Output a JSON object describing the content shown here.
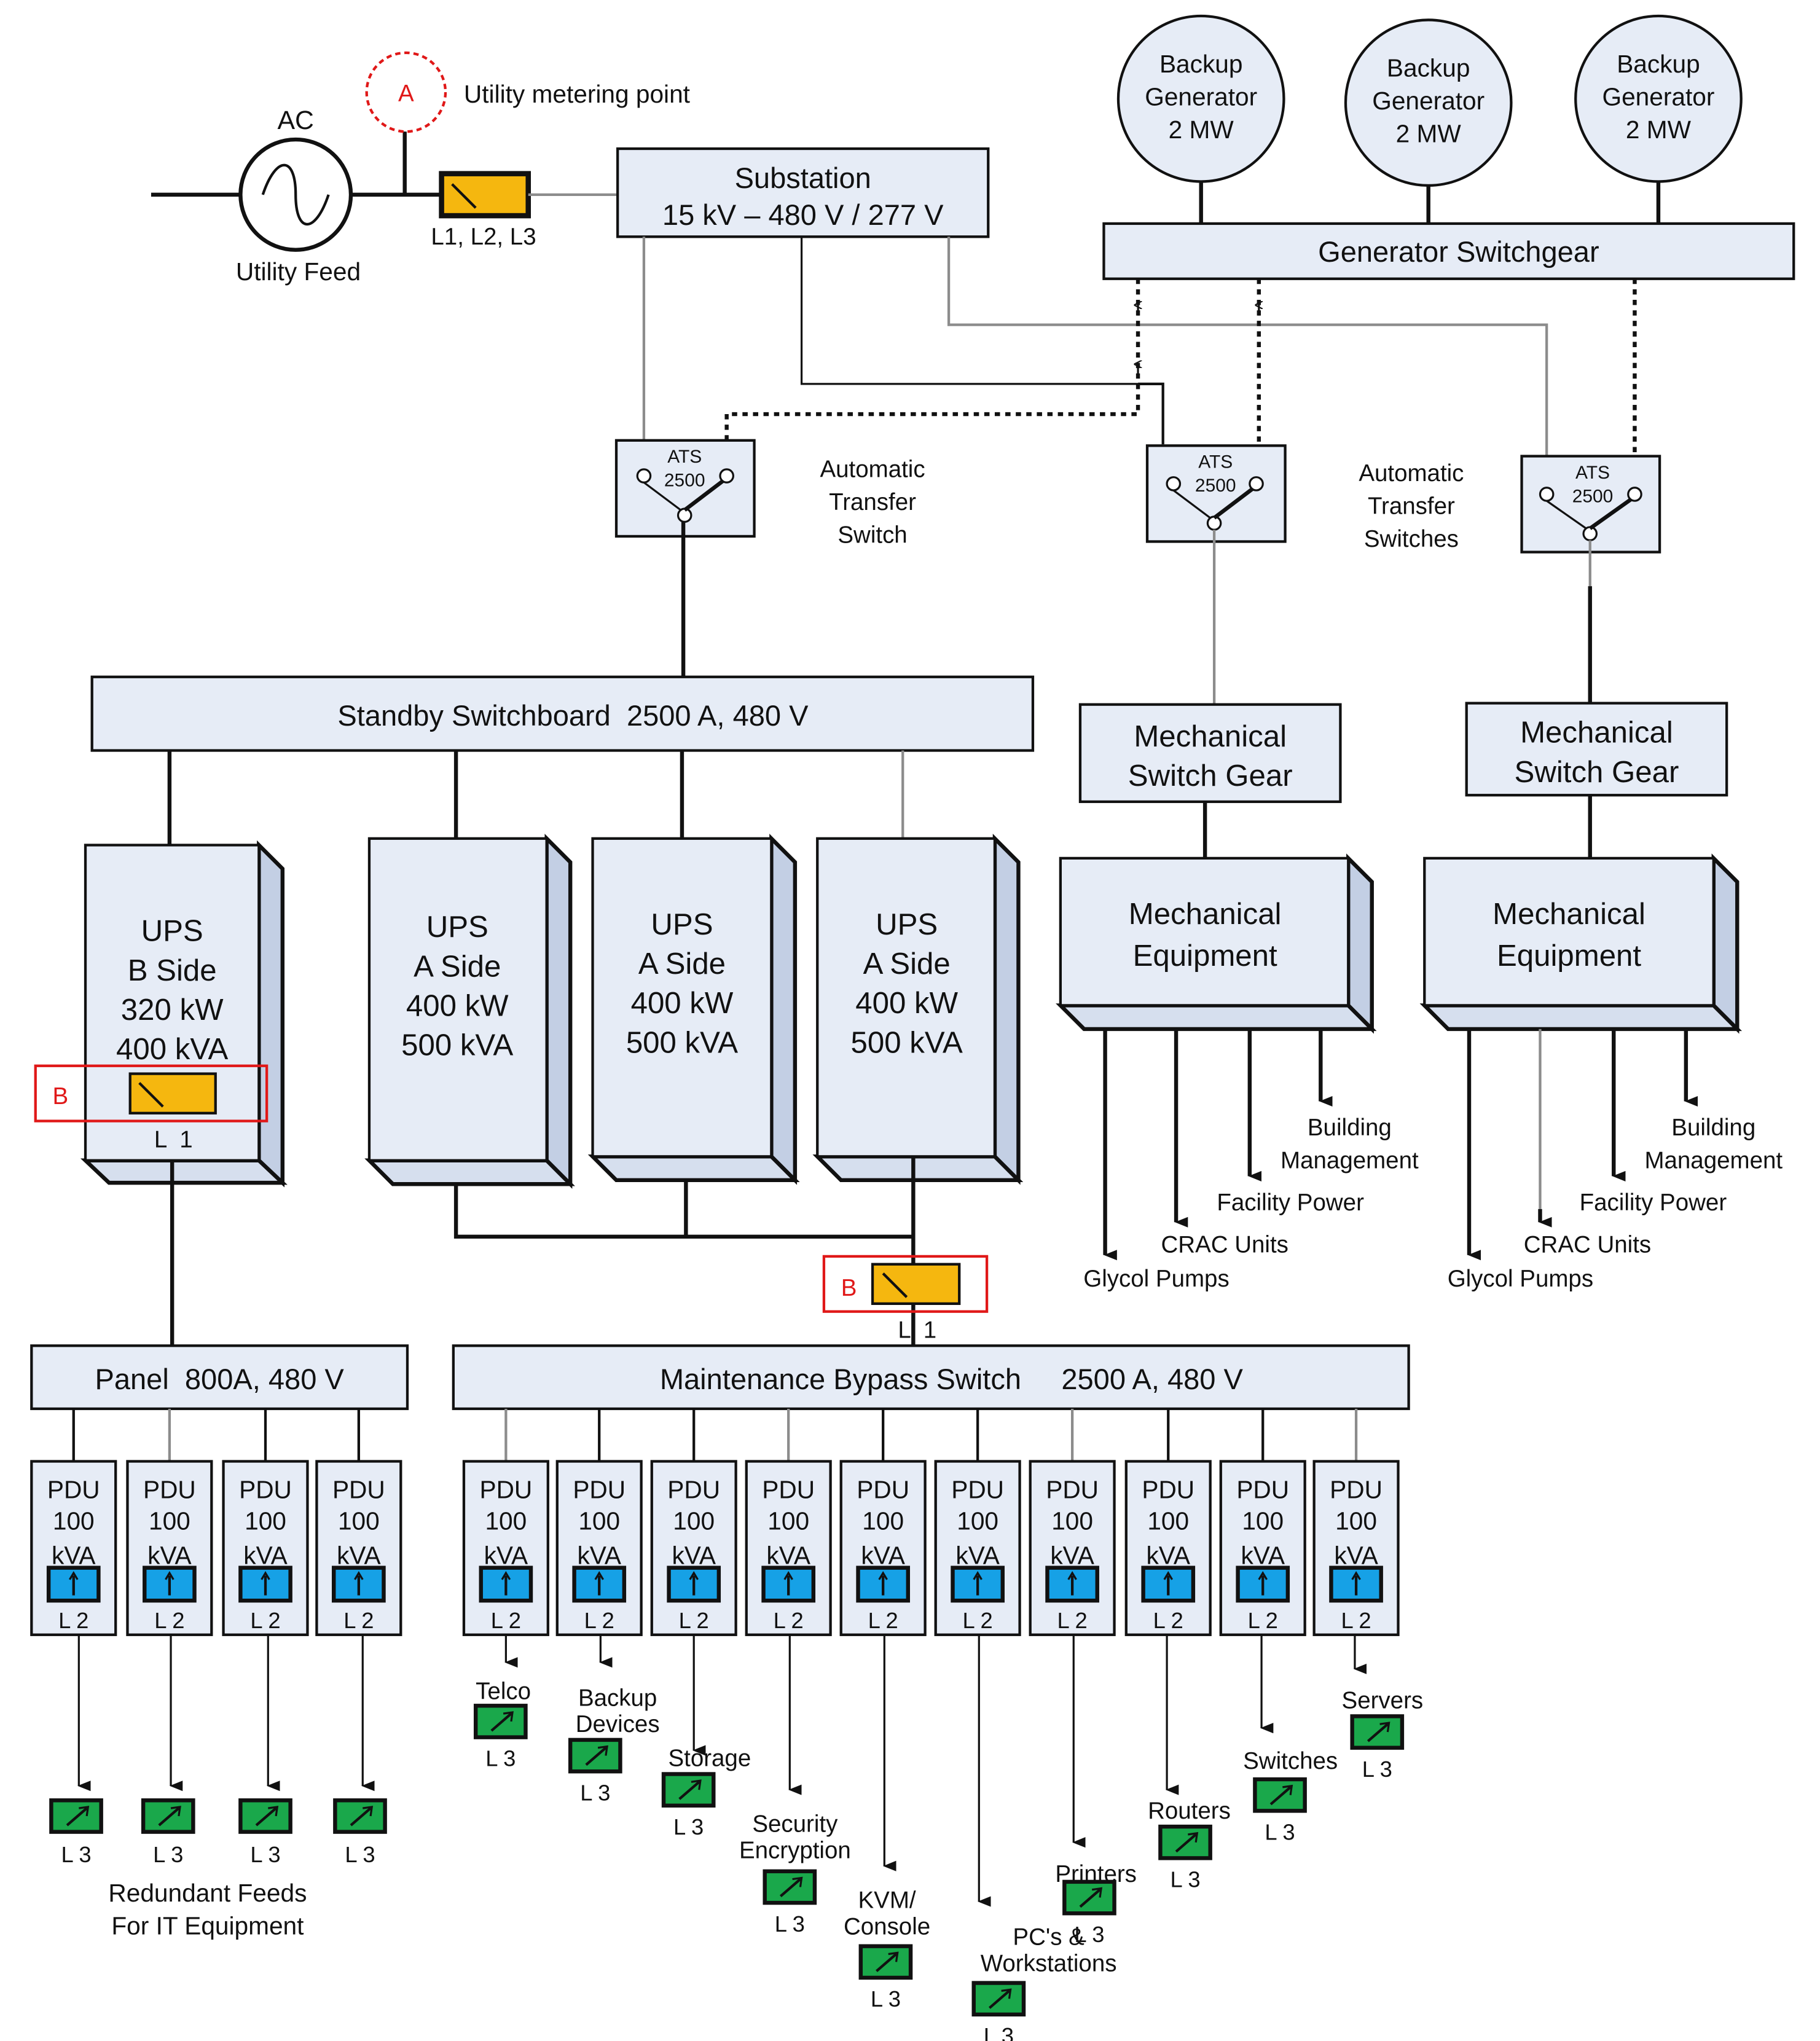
{
  "utility": {
    "ac_label": "AC",
    "feed_label": "Utility Feed",
    "metering_point_tag": "A",
    "metering_point_label": "Utility metering point",
    "meter_label": "L1, L2, L3"
  },
  "substation": {
    "line1": "Substation",
    "line2": "15 kV – 480 V / 277 V"
  },
  "generators": [
    {
      "line1": "Backup",
      "line2": "Generator",
      "line3": "2 MW"
    },
    {
      "line1": "Backup",
      "line2": "Generator",
      "line3": "2 MW"
    },
    {
      "line1": "Backup",
      "line2": "Generator",
      "line3": "2 MW"
    }
  ],
  "generator_switchgear": "Generator Switchgear",
  "ats_units": [
    {
      "line1": "ATS",
      "line2": "2500"
    },
    {
      "line1": "ATS",
      "line2": "2500"
    },
    {
      "line1": "ATS",
      "line2": "2500"
    }
  ],
  "ats_caption_single": [
    "Automatic",
    "Transfer",
    "Switch"
  ],
  "ats_caption_plural": [
    "Automatic",
    "Transfer",
    "Switches"
  ],
  "standby_switchboard": "Standby Switchboard  2500 A, 480 V",
  "ups_units": [
    {
      "lines": [
        "UPS",
        "B Side",
        "320 kW",
        "400 kVA"
      ]
    },
    {
      "lines": [
        "UPS",
        "A Side",
        "400 kW",
        "500 kVA"
      ]
    },
    {
      "lines": [
        "UPS",
        "A Side",
        "400 kW",
        "500 kVA"
      ]
    },
    {
      "lines": [
        "UPS",
        "A Side",
        "400 kW",
        "500 kVA"
      ]
    }
  ],
  "meter_b": {
    "tag": "B",
    "label": "L  1"
  },
  "mechanical": [
    {
      "switch_gear": [
        "Mechanical",
        "Switch Gear"
      ],
      "equipment": [
        "Mechanical",
        "Equipment"
      ],
      "outputs": {
        "building": [
          "Building",
          "Management"
        ],
        "facility": "Facility Power",
        "crac": "CRAC Units",
        "glycol": "Glycol Pumps"
      }
    },
    {
      "switch_gear": [
        "Mechanical",
        "Switch Gear"
      ],
      "equipment": [
        "Mechanical",
        "Equipment"
      ],
      "outputs": {
        "building": [
          "Building",
          "Management"
        ],
        "facility": "Facility Power",
        "crac": "CRAC Units",
        "glycol": "Glycol Pumps"
      }
    }
  ],
  "panel": "Panel  800A, 480 V",
  "maintenance_bypass": "Maintenance Bypass Switch     2500 A, 480 V",
  "pdu": {
    "line1": "PDU",
    "line2": "100",
    "line3": "kVA",
    "meter_label": "L  2"
  },
  "meter_l3_label": "L  3",
  "redundant_feeds": [
    "Redundant Feeds",
    "For IT Equipment"
  ],
  "loads": {
    "telco": [
      "Telco"
    ],
    "backup": [
      "Backup",
      "Devices"
    ],
    "storage": [
      "Storage"
    ],
    "security": [
      "Security",
      "Encryption"
    ],
    "kvm": [
      "KVM/",
      "Console"
    ],
    "pcs": [
      "PC's &",
      "Workstations"
    ],
    "printers": [
      "Printers"
    ],
    "routers": [
      "Routers"
    ],
    "switches": [
      "Switches"
    ],
    "servers": [
      "Servers"
    ]
  }
}
